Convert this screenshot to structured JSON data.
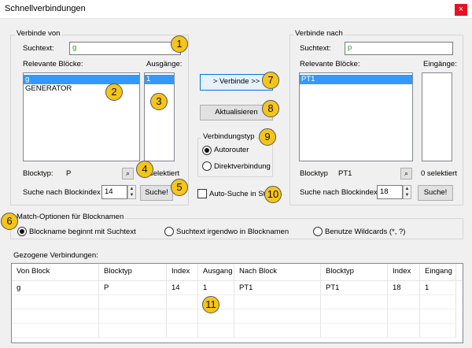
{
  "window": {
    "title": "Schnellverbindungen",
    "close_icon": "×"
  },
  "left_group": {
    "legend": "Verbinde von",
    "search_label": "Suchtext:",
    "search_value": "g",
    "blocks_label": "Relevante Blöcke:",
    "blocks": [
      "g",
      "GENERATOR"
    ],
    "outputs_label": "Ausgänge:",
    "outputs": [
      "1"
    ],
    "blocktype_label": "Blocktyp:",
    "blocktype_value": "P",
    "selected_text": "selektiert",
    "blockindex_label": "Suche nach Blockindex",
    "blockindex_value": "14",
    "search_button": "Suche!"
  },
  "middle": {
    "connect_button": "> Verbinde >>",
    "refresh_button": "Aktualisieren",
    "conn_type_label": "Verbindungstyp",
    "autorouter_label": "Autorouter",
    "direct_label": "Direktverbindung",
    "auto_search_label": "Auto-Suche in Str"
  },
  "right_group": {
    "legend": "Verbinde nach",
    "search_label": "Suchtext:",
    "search_value": "p",
    "blocks_label": "Relevante Blöcke:",
    "blocks": [
      "PT1"
    ],
    "inputs_label": "Eingänge:",
    "blocktype_label": "Blocktyp",
    "blocktype_value": "PT1",
    "selected_text": "0 selektiert",
    "blockindex_label": "Suche nach Blockindex",
    "blockindex_value": "18",
    "search_button": "Suche!"
  },
  "match_options": {
    "legend": "Match-Optionen  für Blocknamen",
    "option_begins": "Blockname beginnt mit Suchtext",
    "option_anywhere": "Suchtext irgendwo in Blocknamen",
    "option_wildcards": "Benutze Wildcards (*, ?)"
  },
  "connections": {
    "label": "Gezogene Verbindungen:",
    "columns": [
      "Von Block",
      "Blocktyp",
      "Index",
      "Ausgang",
      "Nach Block",
      "Blocktyp",
      "Index",
      "Eingang"
    ],
    "rows": [
      [
        "g",
        "P",
        "14",
        "1",
        "PT1",
        "PT1",
        "18",
        "1"
      ]
    ]
  },
  "badges": [
    "1",
    "2",
    "3",
    "4",
    "5",
    "6",
    "7",
    "8",
    "9",
    "10",
    "11"
  ],
  "colors": {
    "selection": "#3399ff",
    "badge": "#f5c518",
    "close": "#e81123",
    "green_text": "#2a9d2a"
  },
  "icons": {
    "binoculars": "binoculars-icon"
  }
}
